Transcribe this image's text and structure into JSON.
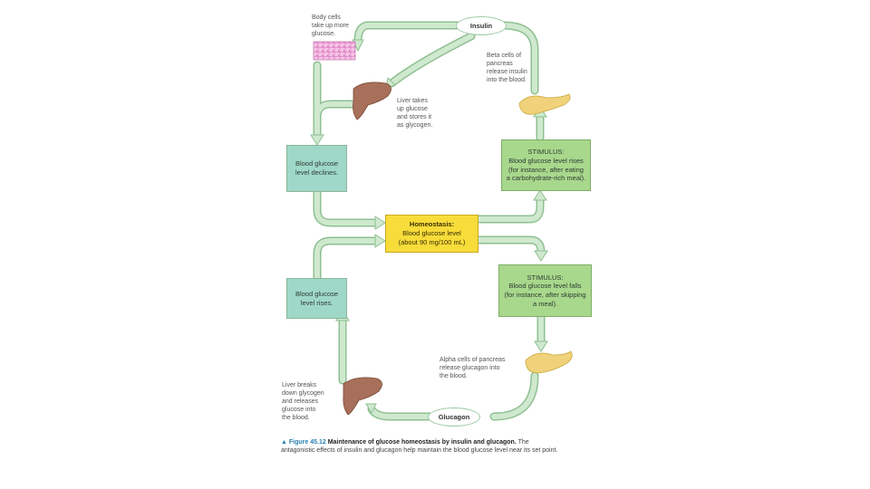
{
  "center": {
    "title": "Homeostasis:",
    "line1": "Blood glucose level",
    "line2": "(about 90 mg/100 mL)"
  },
  "stimulus_rise": {
    "heading": "STIMULUS:",
    "text": "Blood glucose level rises (for instance, after eating a carbohydrate-rich meal)."
  },
  "stimulus_fall": {
    "heading": "STIMULUS:",
    "text": "Blood glucose level falls (for instance, after skipping a meal)."
  },
  "left_top_box": {
    "text": "Blood glucose level declines."
  },
  "left_bottom_box": {
    "text": "Blood glucose level rises."
  },
  "hormones": {
    "insulin": "Insulin",
    "glucagon": "Glucagon"
  },
  "labels": {
    "body_cells": "Body cells\ntake up more\nglucose.",
    "beta_cells": "Beta cells of\npancreas\nrelease insulin\ninto the blood.",
    "liver_takes": "Liver takes\nup glucose\nand stores it\nas glycogen.",
    "alpha_cells": "Alpha cells of pancreas\nrelease glucagon into\nthe blood.",
    "liver_breaks": "Liver breaks\ndown glycogen\nand releases\nglucose into\nthe blood."
  },
  "caption": {
    "figure": "▲ Figure 45.12",
    "title": "Maintenance of glucose homeostasis by insulin and glucagon.",
    "body": "The antagonistic effects of insulin and glucagon help maintain the blood glucose level near its set point."
  },
  "colors": {
    "arrow_fill": "#cfe9cf",
    "arrow_stroke": "#8fbf92",
    "liver": "#a8705a",
    "pancreas": "#f0d27a",
    "cells": "#f3a6d8"
  },
  "icons": [
    "body-cells-icon",
    "liver-icon",
    "pancreas-icon"
  ]
}
